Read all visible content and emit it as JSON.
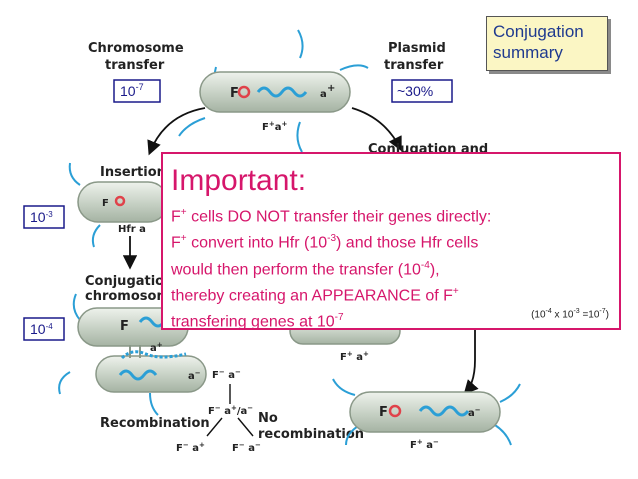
{
  "summary_box": {
    "line1": "Conjugation",
    "line2": "summary"
  },
  "labels": {
    "chromosome_transfer": [
      "Chromosome",
      "transfer"
    ],
    "plasmid_transfer": [
      "Plasmid",
      "transfer"
    ],
    "insertion": "Insertion",
    "conjugation_and": "Conjugation and",
    "conjugation_chromosome": [
      "Conjugation",
      "chromosom"
    ],
    "hfr": "Hfr a",
    "recombination": "Recombination",
    "no_recombination": [
      "No",
      "recombination"
    ]
  },
  "rates": {
    "chromosome": "10",
    "chromosome_exp": "-7",
    "plasmid": "~30%",
    "insertion": "10",
    "insertion_exp": "-3",
    "conjugation": "10",
    "conjugation_exp": "-4"
  },
  "genotypes": {
    "top_f": "F",
    "top_a": "a",
    "top_below": "F",
    "top_below_a": "a",
    "left_f": "F",
    "bottom_left_f": "F",
    "bottom_left_a_minus": "a",
    "bottom_left_fa": "F a",
    "bottom_right_f": "F",
    "bottom_right_a": "a",
    "bottom_right_below": "F a",
    "middle_right_below": "F a",
    "fa_mixed": "F a /a",
    "rec_left": "F a",
    "rec_right": "F a",
    "plasmid_a_plus": "a"
  },
  "important": {
    "title": "Important:",
    "lines": [
      "F+ cells DO NOT transfer their genes directly:",
      "F+ convert into Hfr (10-3) and those Hfr cells",
      "would then perform the transfer (10-4),",
      "thereby creating an APPEARANCE of F+",
      "transfering genes at 10-7"
    ],
    "formula": "(10-4 x 10-3 =10-7)"
  }
}
